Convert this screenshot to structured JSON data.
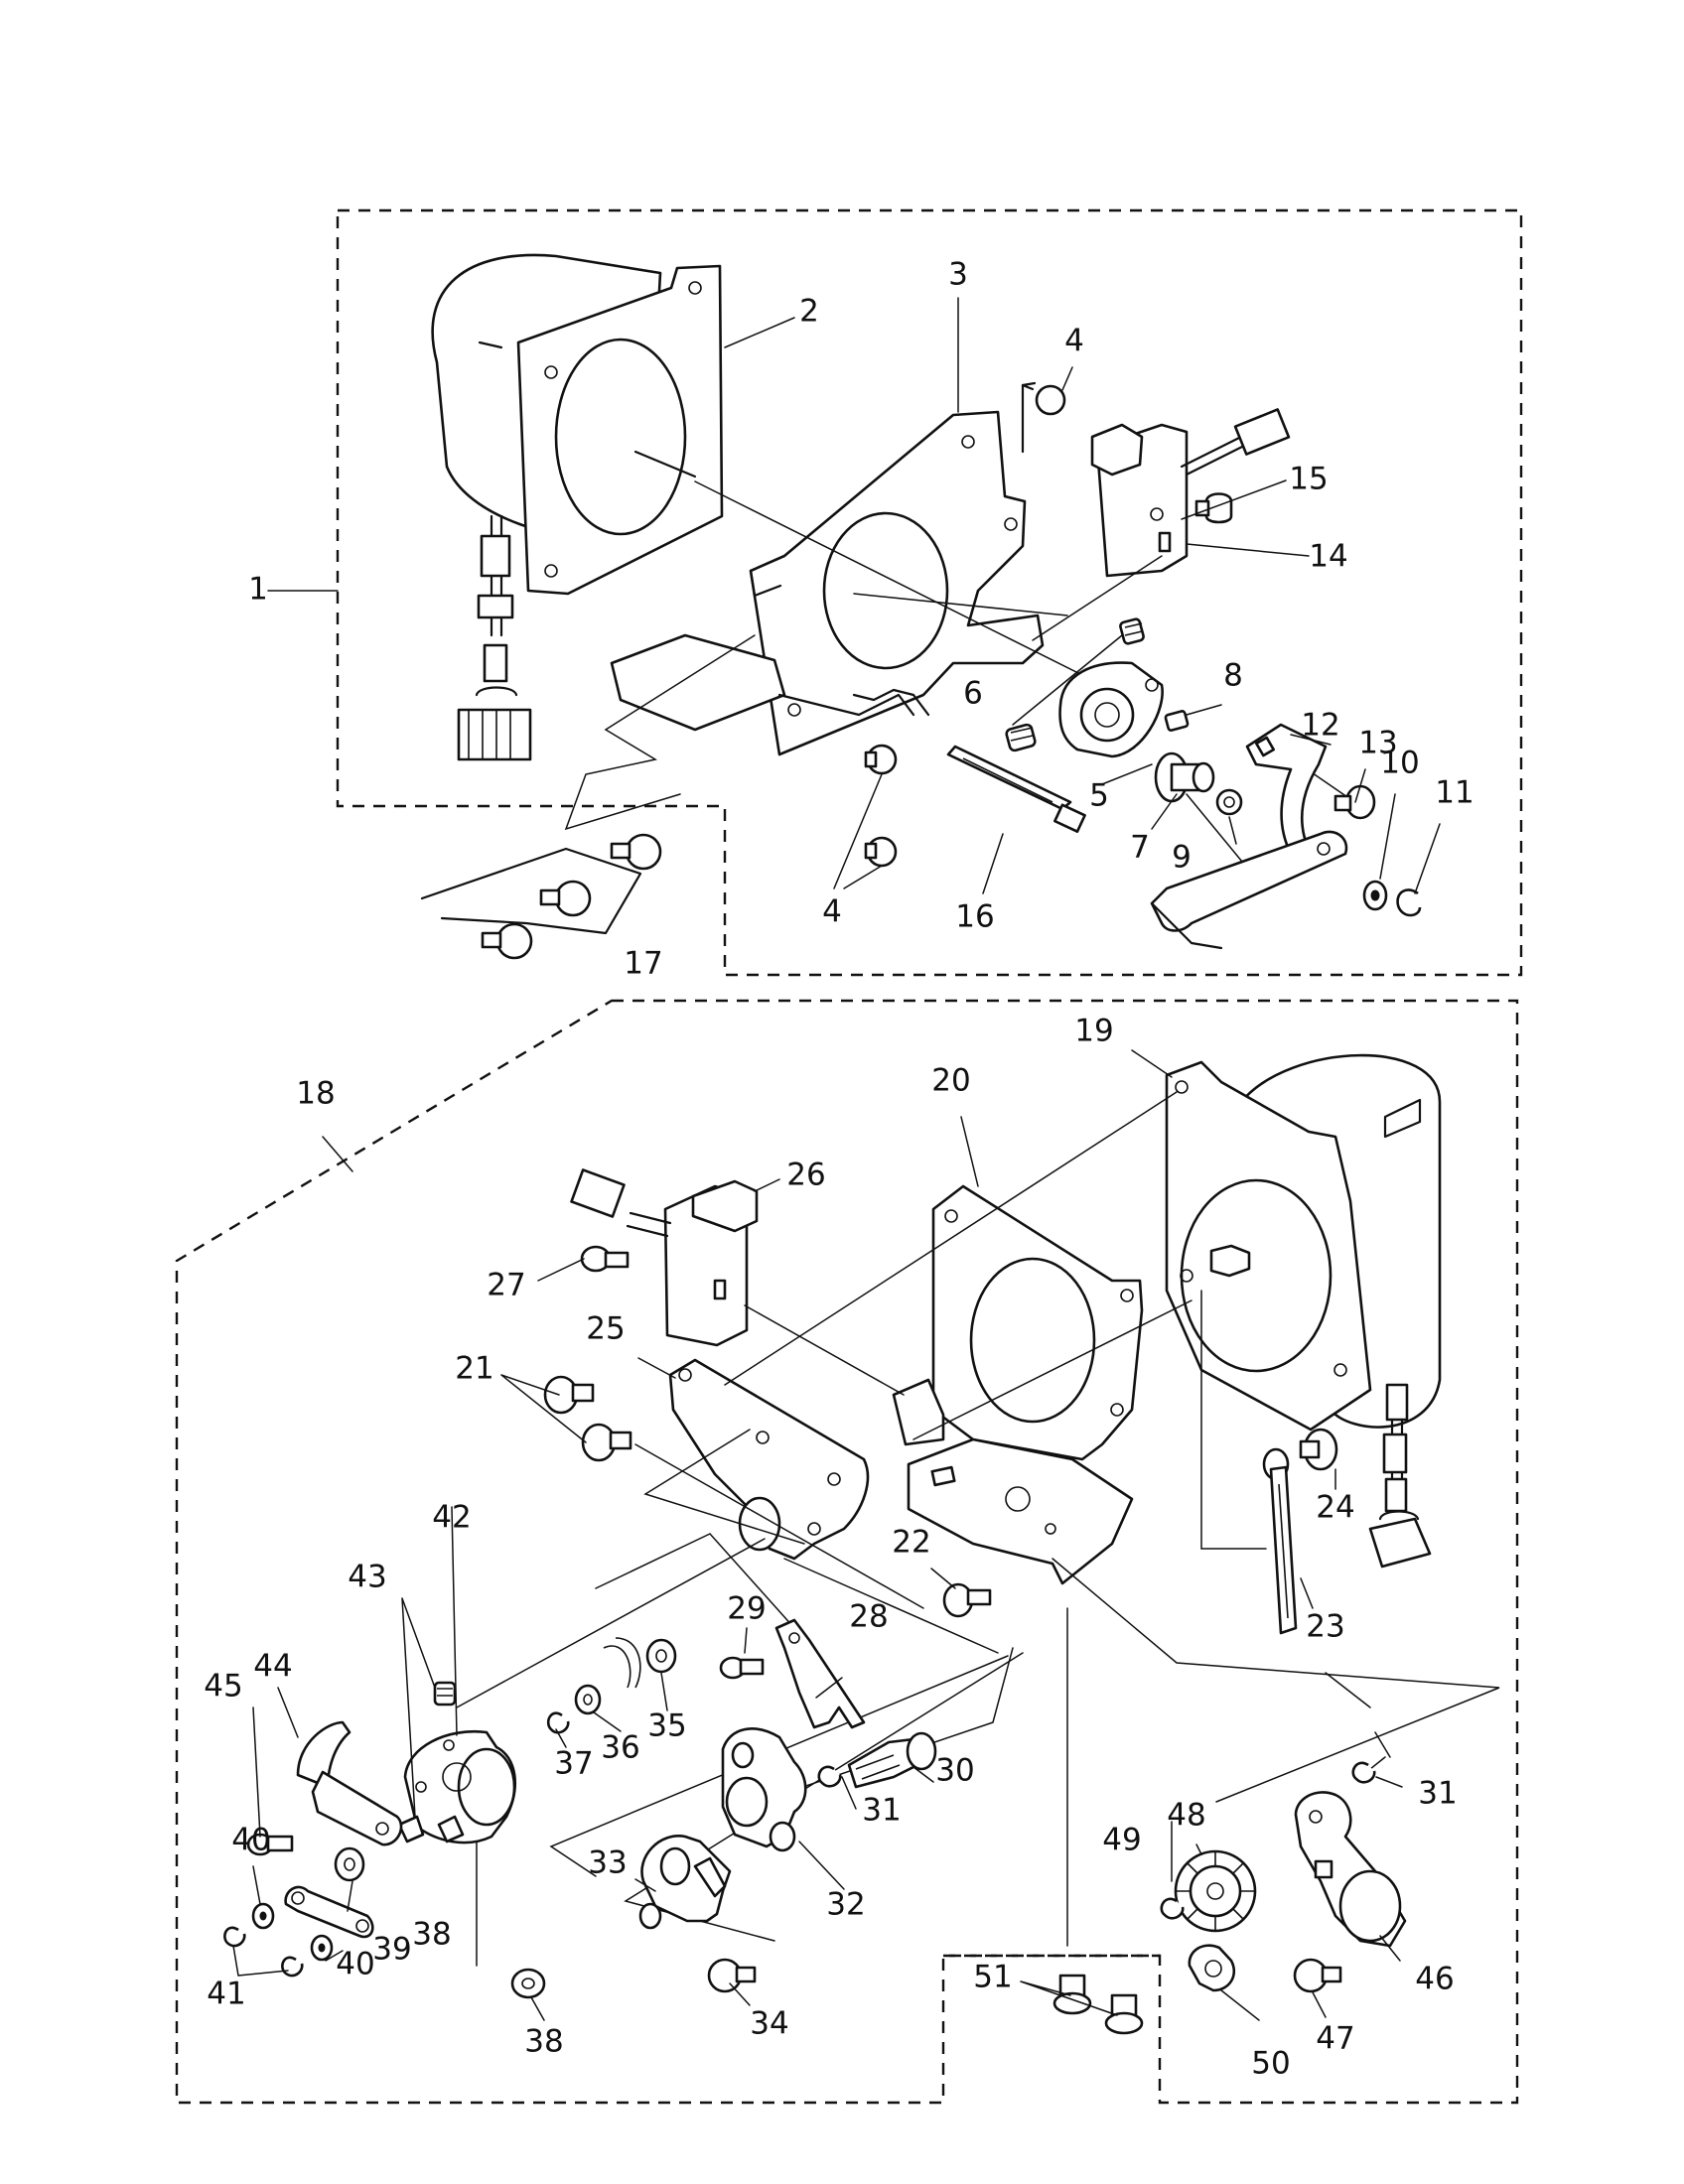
{
  "assembly_upper": {
    "callout": "1"
  },
  "assembly_lower": {
    "callout": "18"
  },
  "sub_box": {
    "callout": "51"
  },
  "callouts": [
    {
      "id": "c2",
      "text": "2"
    },
    {
      "id": "c3",
      "text": "3"
    },
    {
      "id": "c4a",
      "text": "4"
    },
    {
      "id": "c4b",
      "text": "4"
    },
    {
      "id": "c5",
      "text": "5"
    },
    {
      "id": "c6",
      "text": "6"
    },
    {
      "id": "c7",
      "text": "7"
    },
    {
      "id": "c8",
      "text": "8"
    },
    {
      "id": "c9",
      "text": "9"
    },
    {
      "id": "c10",
      "text": "10"
    },
    {
      "id": "c11",
      "text": "11"
    },
    {
      "id": "c12",
      "text": "12"
    },
    {
      "id": "c13",
      "text": "13"
    },
    {
      "id": "c14",
      "text": "14"
    },
    {
      "id": "c15",
      "text": "15"
    },
    {
      "id": "c16",
      "text": "16"
    },
    {
      "id": "c17",
      "text": "17"
    },
    {
      "id": "c19",
      "text": "19"
    },
    {
      "id": "c20",
      "text": "20"
    },
    {
      "id": "c21",
      "text": "21"
    },
    {
      "id": "c22",
      "text": "22"
    },
    {
      "id": "c23",
      "text": "23"
    },
    {
      "id": "c24",
      "text": "24"
    },
    {
      "id": "c25",
      "text": "25"
    },
    {
      "id": "c26",
      "text": "26"
    },
    {
      "id": "c27",
      "text": "27"
    },
    {
      "id": "c28",
      "text": "28"
    },
    {
      "id": "c29",
      "text": "29"
    },
    {
      "id": "c30",
      "text": "30"
    },
    {
      "id": "c31a",
      "text": "31"
    },
    {
      "id": "c31b",
      "text": "31"
    },
    {
      "id": "c32",
      "text": "32"
    },
    {
      "id": "c33",
      "text": "33"
    },
    {
      "id": "c34",
      "text": "34"
    },
    {
      "id": "c35",
      "text": "35"
    },
    {
      "id": "c36",
      "text": "36"
    },
    {
      "id": "c37",
      "text": "37"
    },
    {
      "id": "c38a",
      "text": "38"
    },
    {
      "id": "c38b",
      "text": "38"
    },
    {
      "id": "c39",
      "text": "39"
    },
    {
      "id": "c40a",
      "text": "40"
    },
    {
      "id": "c40b",
      "text": "40"
    },
    {
      "id": "c41",
      "text": "41"
    },
    {
      "id": "c42",
      "text": "42"
    },
    {
      "id": "c43",
      "text": "43"
    },
    {
      "id": "c44",
      "text": "44"
    },
    {
      "id": "c45",
      "text": "45"
    },
    {
      "id": "c46",
      "text": "46"
    },
    {
      "id": "c47",
      "text": "47"
    },
    {
      "id": "c48",
      "text": "48"
    },
    {
      "id": "c49",
      "text": "49"
    },
    {
      "id": "c50",
      "text": "50"
    }
  ]
}
